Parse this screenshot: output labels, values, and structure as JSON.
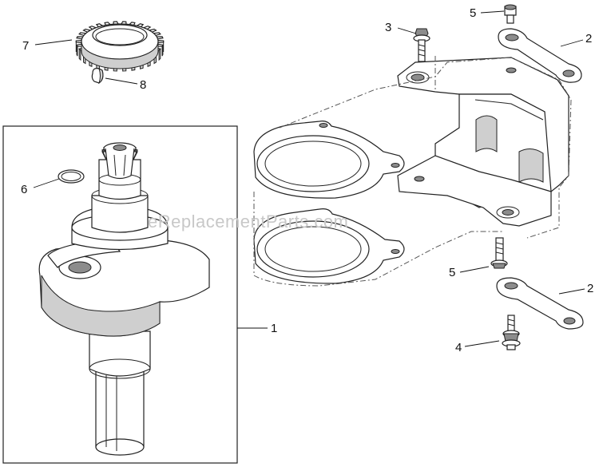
{
  "watermark": "eReplacementParts.com",
  "callouts": [
    {
      "id": "c7",
      "text": "7"
    },
    {
      "id": "c8",
      "text": "8"
    },
    {
      "id": "c6",
      "text": "6"
    },
    {
      "id": "c1",
      "text": "1"
    },
    {
      "id": "c3",
      "text": "3"
    },
    {
      "id": "c5a",
      "text": "5"
    },
    {
      "id": "c2a",
      "text": "2"
    },
    {
      "id": "c5b",
      "text": "5"
    },
    {
      "id": "c2b",
      "text": "2"
    },
    {
      "id": "c4",
      "text": "4"
    }
  ]
}
